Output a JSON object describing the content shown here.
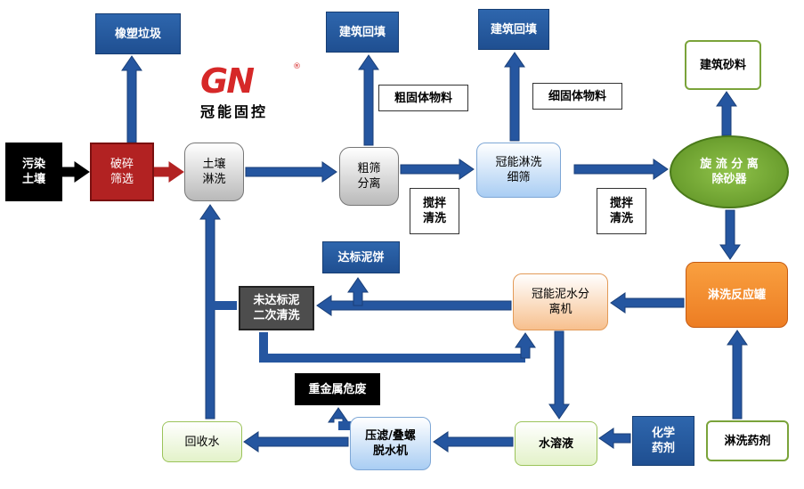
{
  "logo": {
    "mark": "GN",
    "registered": "®",
    "name": "冠能固控"
  },
  "nodes": {
    "contaminated_soil": [
      "污染",
      "土壤"
    ],
    "crush_screen": [
      "破碎",
      "筛选"
    ],
    "rubber_plastic_waste": [
      "橡塑垃圾"
    ],
    "soil_washing": [
      "土壤",
      "淋洗"
    ],
    "coarse_separation": [
      "粗筛",
      "分离"
    ],
    "building_backfill_1": [
      "建筑回填"
    ],
    "coarse_solids": [
      "粗固体物料"
    ],
    "fine_wash_screen": [
      "冠能淋洗",
      "细筛"
    ],
    "building_backfill_2": [
      "建筑回填"
    ],
    "fine_solids": [
      "细固体物料"
    ],
    "building_sand": [
      "建筑砂料"
    ],
    "cyclone_desander": [
      "旋 流 分 离",
      "除砂器"
    ],
    "stir_wash_1": [
      "搅拌",
      "清洗"
    ],
    "stir_wash_2": [
      "搅拌",
      "清洗"
    ],
    "wash_reactor": [
      "淋洗反应罐"
    ],
    "mud_water_separator": [
      "冠能泥水分",
      "离机"
    ],
    "compliant_cake": [
      "达标泥饼"
    ],
    "noncompliant_mud": [
      "未达标泥",
      "二次清洗"
    ],
    "heavy_metal_waste": [
      "重金属危废"
    ],
    "recycled_water": [
      "回收水"
    ],
    "filter_press": [
      "压滤/叠螺",
      "脱水机"
    ],
    "aqueous_solution": [
      "水溶液"
    ],
    "chemicals": [
      "化学",
      "药剂"
    ],
    "wash_agent": [
      "淋洗药剂"
    ]
  },
  "colors": {
    "arrow": "#2556a0",
    "arrow_edge": "#1a3f78",
    "black_arrow": "#000000",
    "red_arrow": "#b22222"
  }
}
